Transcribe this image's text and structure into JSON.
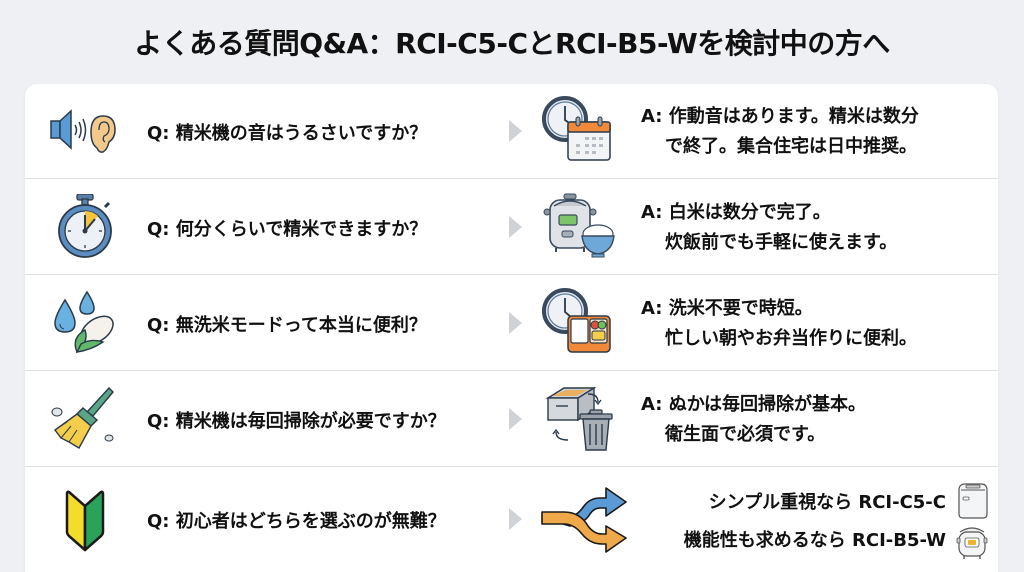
{
  "title": "よくある質問Q&A：RCI-C5-CとRCI-B5-Wを検討中の方へ",
  "colors": {
    "background": "#eef0f3",
    "card": "#ffffff",
    "divider": "#dde0e4",
    "chevron": "#cfd3d8",
    "blue": "#5b9bd5",
    "orange": "#f0a94a",
    "green": "#3aa55c",
    "yellow": "#f4d634"
  },
  "faq": [
    {
      "question": "Q: 精米機の音はうるさいですか？",
      "question_icon": "speaker-ear-icon",
      "answer_icon": "clock-calendar-icon",
      "answer_line1": "A: 作動音はあります。精米は数分",
      "answer_line2": "で終了。集合住宅は日中推奨。"
    },
    {
      "question": "Q: 何分くらいで精米できますか？",
      "question_icon": "stopwatch-icon",
      "answer_icon": "rice-cooker-bowl-icon",
      "answer_line1": "A: 白米は数分で完了。",
      "answer_line2": "炊飯前でも手軽に使えます。"
    },
    {
      "question": "Q: 無洗米モードって本当に便利？",
      "question_icon": "water-drops-rice-icon",
      "answer_icon": "clock-bento-icon",
      "answer_line1": "A: 洗米不要で時短。",
      "answer_line2": "忙しい朝やお弁当作りに便利。"
    },
    {
      "question": "Q: 精米機は毎回掃除が必要ですか？",
      "question_icon": "broom-icon",
      "answer_icon": "bran-tray-trash-icon",
      "answer_line1": "A: ぬかは毎回掃除が基本。",
      "answer_line2": "衛生面で必須です。"
    },
    {
      "question": "Q: 初心者はどちらを選ぶのが無難？",
      "question_icon": "beginner-mark-icon",
      "answer_icon": "split-arrows-icon",
      "choices": [
        {
          "label": "シンプル重視なら RCI-C5-C",
          "icon": "rice-cooker-simple-icon"
        },
        {
          "label": "機能性も求めるなら RCI-B5-W",
          "icon": "rice-cooker-display-icon"
        }
      ]
    }
  ]
}
